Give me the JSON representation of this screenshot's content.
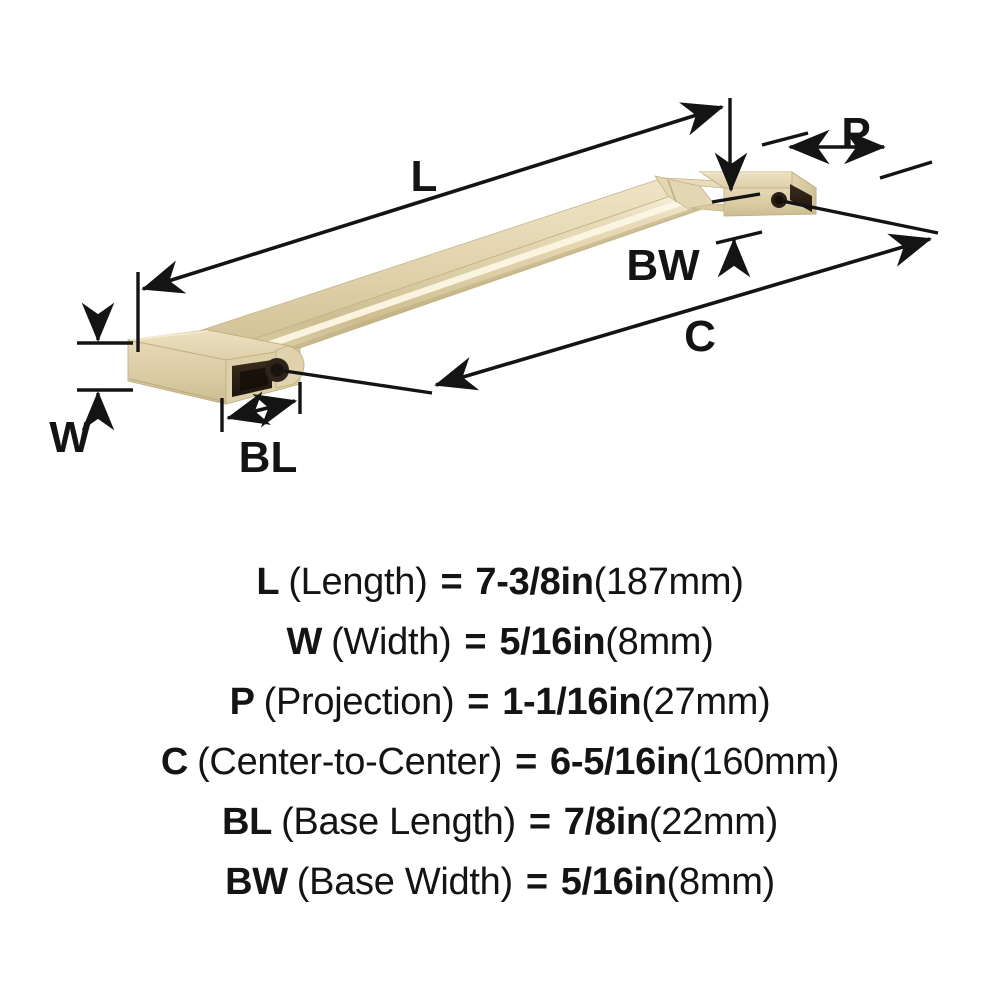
{
  "product": {
    "type": "cabinet-pull-handle",
    "finish_color": "#ddd0ab",
    "finish_highlight": "#f3ead2",
    "finish_shadow": "#bfb089",
    "cavity_color": "#2a1f16",
    "line_color": "#141414",
    "background": "#ffffff"
  },
  "diagram": {
    "labels": {
      "length": "L",
      "width": "W",
      "projection": "P",
      "center_to_center": "C",
      "base_length": "BL",
      "base_width": "BW"
    }
  },
  "specs": [
    {
      "symbol": "L",
      "name": "(Length)",
      "equals": "=",
      "value": "7-3/8in",
      "metric": "(187mm)"
    },
    {
      "symbol": "W",
      "name": "(Width)",
      "equals": "=",
      "value": "5/16in",
      "metric": "(8mm)"
    },
    {
      "symbol": "P",
      "name": "(Projection)",
      "equals": "=",
      "value": "1-1/16in",
      "metric": "(27mm)"
    },
    {
      "symbol": "C",
      "name": "(Center-to-Center)",
      "equals": "=",
      "value": "6-5/16in",
      "metric": "(160mm)"
    },
    {
      "symbol": "BL",
      "name": "(Base Length)",
      "equals": "=",
      "value": "7/8in",
      "metric": "(22mm)"
    },
    {
      "symbol": "BW",
      "name": "(Base Width)",
      "equals": "=",
      "value": "5/16in",
      "metric": "(8mm)"
    }
  ]
}
